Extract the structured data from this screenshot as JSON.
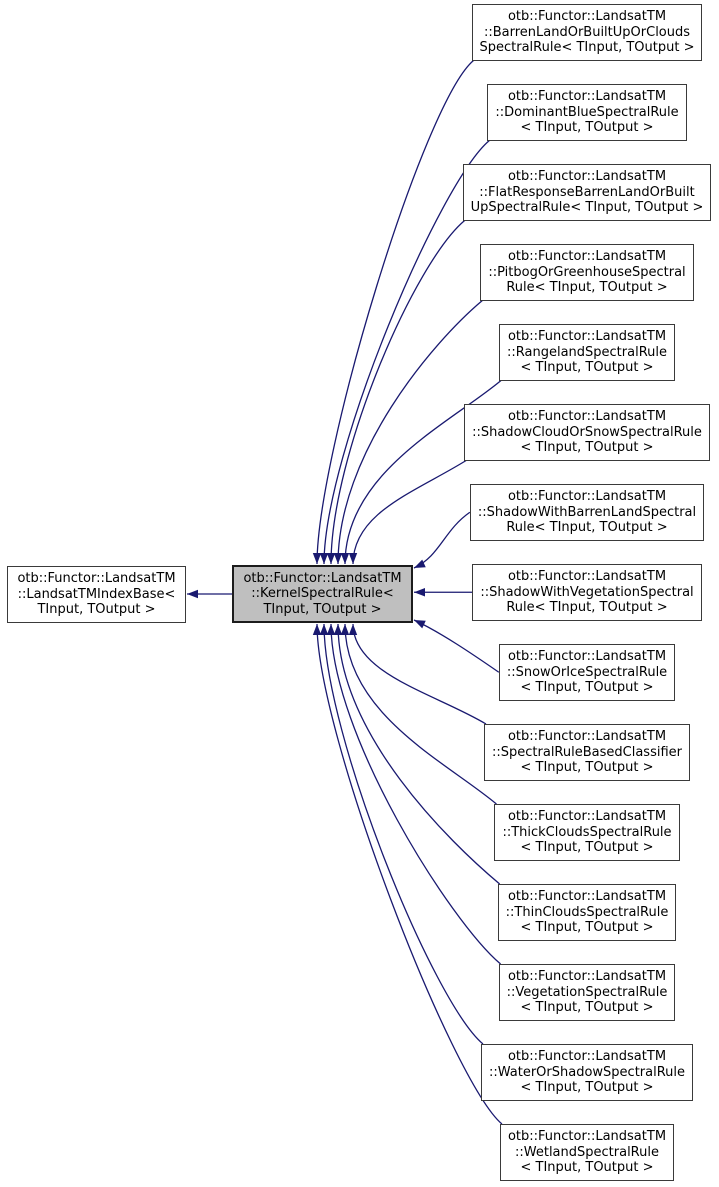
{
  "diagram": {
    "kind": "doxygen-inheritance-graph",
    "colors": {
      "edge": "#191970",
      "focus_fill": "#bfbfbf",
      "node_fill": "#ffffff",
      "node_border": "#3a3a3a"
    },
    "base_node": {
      "id": "base",
      "label": "otb::Functor::LandsatTM\n::LandsatTMIndexBase<\nTInput, TOutput >"
    },
    "focus_node": {
      "id": "focus",
      "label": "otb::Functor::LandsatTM\n::KernelSpectralRule<\nTInput, TOutput >"
    },
    "derived_nodes": [
      {
        "id": "d0",
        "label": "otb::Functor::LandsatTM\n::BarrenLandOrBuiltUpOrClouds\nSpectralRule< TInput, TOutput >"
      },
      {
        "id": "d1",
        "label": "otb::Functor::LandsatTM\n::DominantBlueSpectralRule\n< TInput, TOutput >"
      },
      {
        "id": "d2",
        "label": "otb::Functor::LandsatTM\n::FlatResponseBarrenLandOrBuilt\nUpSpectralRule< TInput, TOutput >"
      },
      {
        "id": "d3",
        "label": "otb::Functor::LandsatTM\n::PitbogOrGreenhouseSpectral\nRule< TInput, TOutput >"
      },
      {
        "id": "d4",
        "label": "otb::Functor::LandsatTM\n::RangelandSpectralRule\n< TInput, TOutput >"
      },
      {
        "id": "d5",
        "label": "otb::Functor::LandsatTM\n::ShadowCloudOrSnowSpectralRule\n< TInput, TOutput >"
      },
      {
        "id": "d6",
        "label": "otb::Functor::LandsatTM\n::ShadowWithBarrenLandSpectral\nRule< TInput, TOutput >"
      },
      {
        "id": "d7",
        "label": "otb::Functor::LandsatTM\n::ShadowWithVegetationSpectral\nRule< TInput, TOutput >"
      },
      {
        "id": "d8",
        "label": "otb::Functor::LandsatTM\n::SnowOrIceSpectralRule\n< TInput, TOutput >"
      },
      {
        "id": "d9",
        "label": "otb::Functor::LandsatTM\n::SpectralRuleBasedClassifier\n< TInput, TOutput >"
      },
      {
        "id": "d10",
        "label": "otb::Functor::LandsatTM\n::ThickCloudsSpectralRule\n< TInput, TOutput >"
      },
      {
        "id": "d11",
        "label": "otb::Functor::LandsatTM\n::ThinCloudsSpectralRule\n< TInput, TOutput >"
      },
      {
        "id": "d12",
        "label": "otb::Functor::LandsatTM\n::VegetationSpectralRule\n< TInput, TOutput >"
      },
      {
        "id": "d13",
        "label": "otb::Functor::LandsatTM\n::WaterOrShadowSpectralRule\n< TInput, TOutput >"
      },
      {
        "id": "d14",
        "label": "otb::Functor::LandsatTM\n::WetlandSpectralRule\n< TInput, TOutput >"
      }
    ],
    "edges": [
      {
        "from": "focus",
        "to": "base"
      },
      {
        "from": "d0",
        "to": "focus"
      },
      {
        "from": "d1",
        "to": "focus"
      },
      {
        "from": "d2",
        "to": "focus"
      },
      {
        "from": "d3",
        "to": "focus"
      },
      {
        "from": "d4",
        "to": "focus"
      },
      {
        "from": "d5",
        "to": "focus"
      },
      {
        "from": "d6",
        "to": "focus"
      },
      {
        "from": "d7",
        "to": "focus"
      },
      {
        "from": "d8",
        "to": "focus"
      },
      {
        "from": "d9",
        "to": "focus"
      },
      {
        "from": "d10",
        "to": "focus"
      },
      {
        "from": "d11",
        "to": "focus"
      },
      {
        "from": "d12",
        "to": "focus"
      },
      {
        "from": "d13",
        "to": "focus"
      },
      {
        "from": "d14",
        "to": "focus"
      }
    ]
  }
}
